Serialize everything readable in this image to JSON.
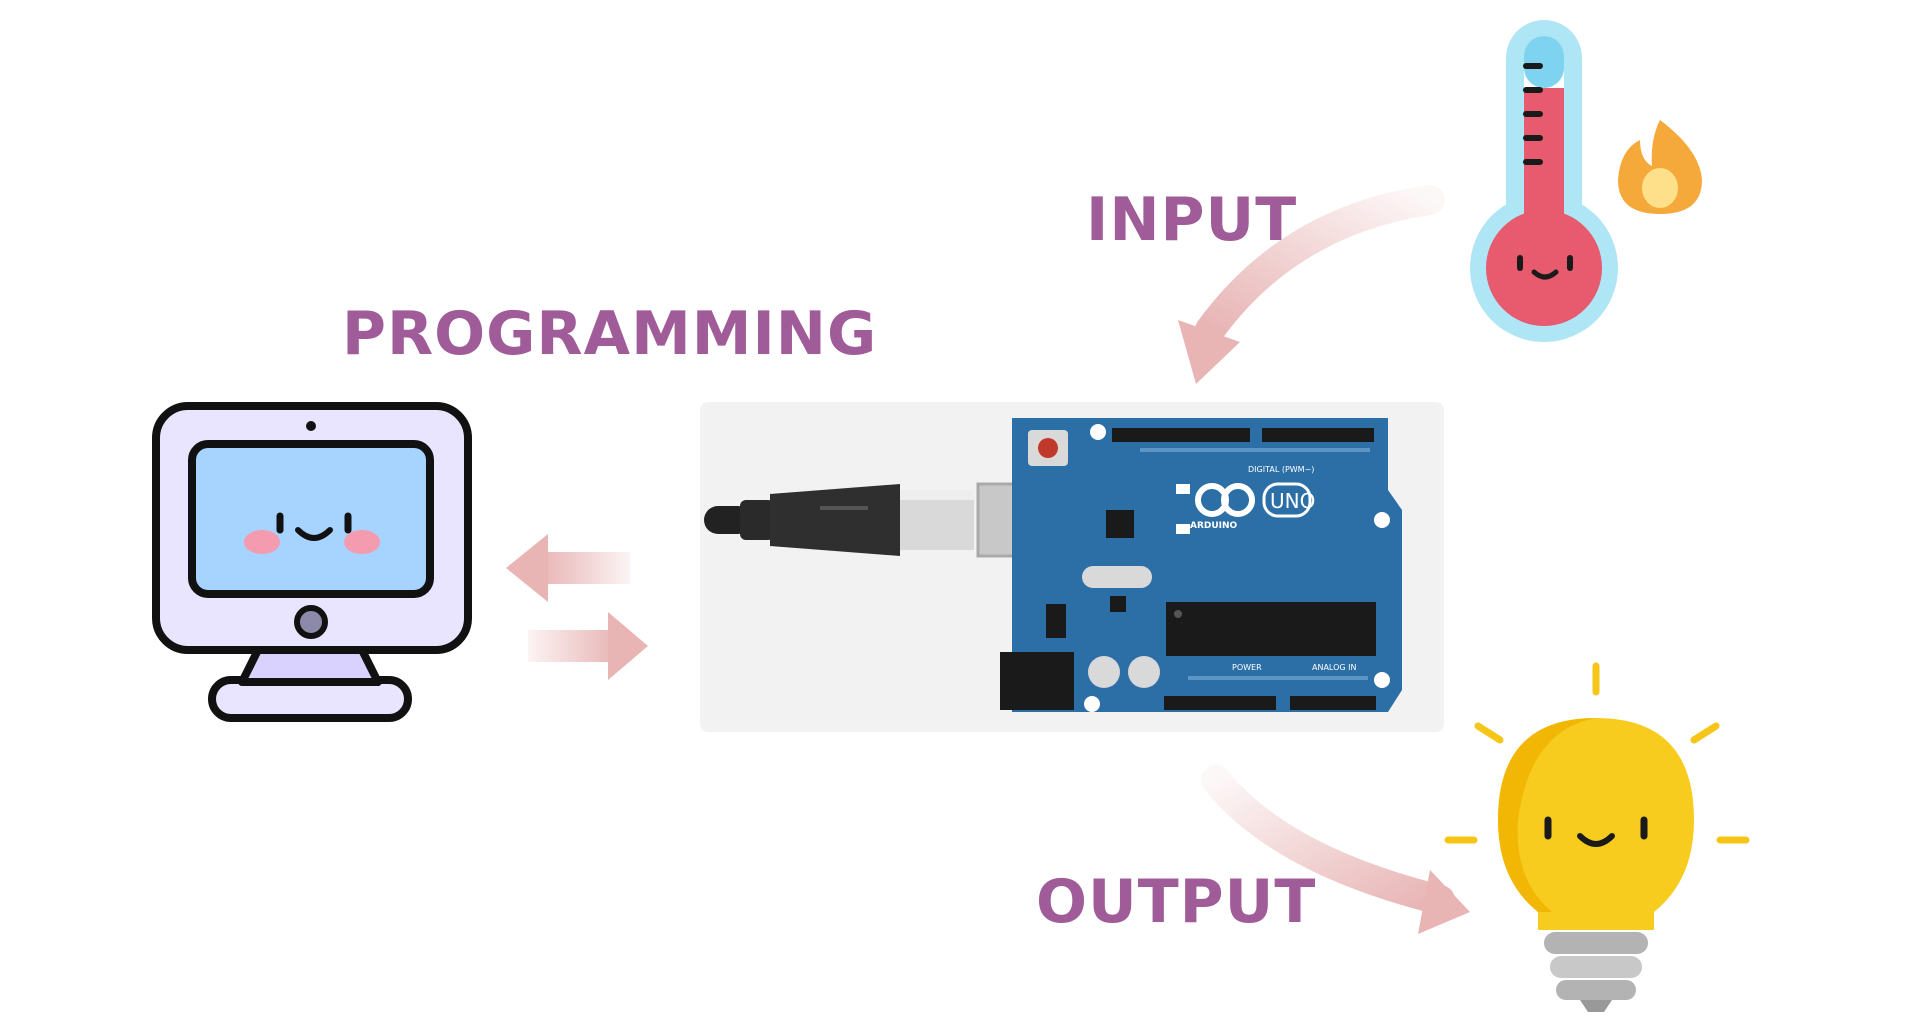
{
  "labels": {
    "programming": "PROGRAMMING",
    "input": "INPUT",
    "output": "OUTPUT"
  },
  "board": {
    "brand": "ARDUINO",
    "model": "UNO",
    "header_digital": "DIGITAL (PWM~)",
    "header_power": "POWER",
    "header_analog": "ANALOG IN"
  },
  "colors": {
    "label": "#a05c98",
    "arrow": "#e8b4b4",
    "board": "#2c6fa6",
    "panel": "#f2f2f2"
  },
  "icons": [
    "computer-icon",
    "thermometer-icon",
    "flame-icon",
    "lightbulb-icon",
    "usb-cable-icon",
    "arduino-board-icon"
  ]
}
